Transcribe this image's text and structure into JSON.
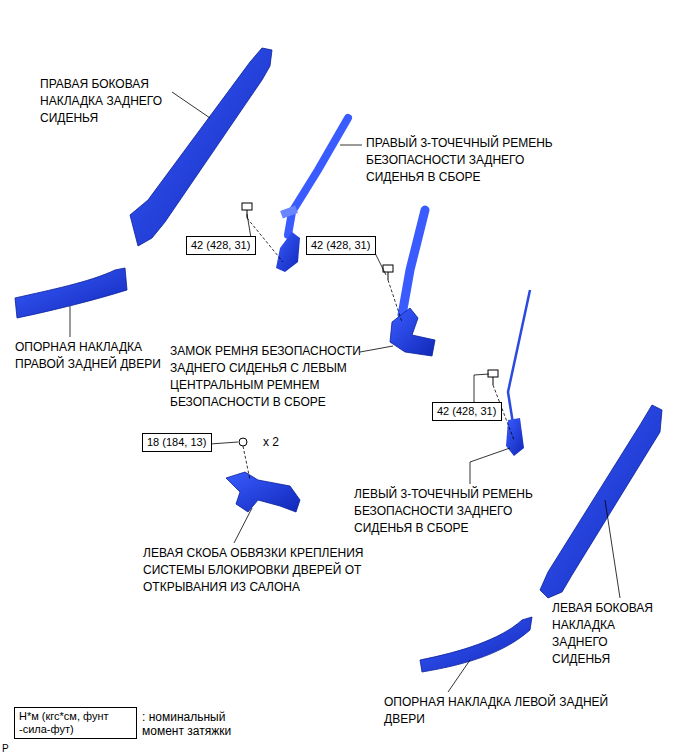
{
  "diagram": {
    "nodes": [
      {
        "text": [
          "42 (428, 31)"
        ]
      },
      {
        "text": [
          "42 (428, 31)"
        ]
      },
      {
        "text": [
          "18 (184, 13)"
        ]
      },
      {
        "text": [
          "42 (428, 31)"
        ]
      },
      {
        "text": [
          "Н*м (кгс*см, фунт -сила-фут)",
          ": номинальный момент затяжки"
        ]
      }
    ],
    "labels": [
      "ПРАВАЯ БОКОВАЯ НАКЛАДКА ЗАДНЕГО СИДЕНЬЯ",
      "ПРАВЫЙ 3-ТОЧЕЧНЫЙ РЕМЕНЬ БЕЗОПАСНОСТИ ЗАДНЕГО СИДЕНЬЯ В СБОРЕ",
      "ОПОРНАЯ НАКЛАДКА ПРАВОЙ ЗАДНЕЙ ДВЕРИ",
      "ЗАМОК РЕМНЯ БЕЗОПАСНОСТИ ЗАДНЕГО СИДЕНЬЯ С ЛЕВЫМ ЦЕНТРАЛЬНЫМ РЕМНЕМ БЕЗОПАСНОСТИ В СБОРЕ",
      "x 2",
      "ЛЕВЫЙ 3-ТОЧЕЧНЫЙ РЕМЕНЬ БЕЗОПАСНОСТИ ЗАДНЕГО СИДЕНЬЯ В СБОРЕ",
      "ЛЕВАЯ СКОБА ОБВЯЗКИ КРЕПЛЕНИЯ СИСТЕМЫ БЛОКИРОВКИ ДВЕРЕЙ ОТ ОТКРЫВАНИЯ ИЗ САЛОНА",
      "ЛЕВАЯ БОКОВАЯ НАКЛАДКА ЗАДНЕГО СИДЕНЬЯ",
      "ОПОРНАЯ НАКЛАДКА ЛЕВОЙ ЗАДНЕЙ ДВЕРИ",
      "P"
    ]
  }
}
